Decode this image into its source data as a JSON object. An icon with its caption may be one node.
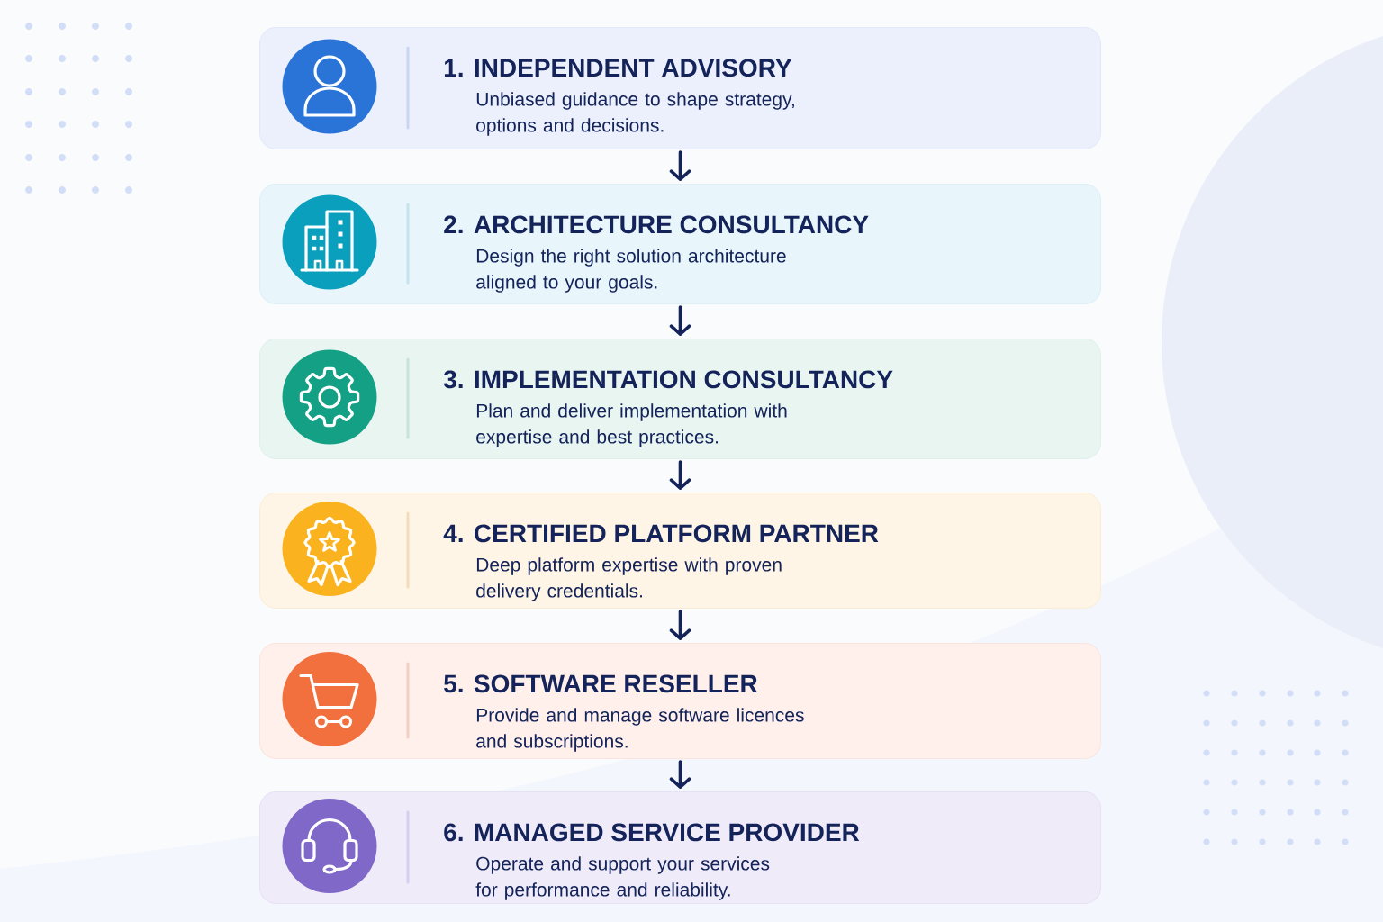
{
  "diagram": {
    "nodes": [
      {
        "text": [
          "1. INDEPENDENT ADVISORY",
          "Unbiased guidance to shape strategy, options and decisions."
        ]
      },
      {
        "text": [
          "2. ARCHITECTURE CONSULTANCY",
          "Design the right solution architecture aligned to your goals."
        ]
      },
      {
        "text": [
          "3. IMPLEMENTATION CONSULTANCY",
          "Plan and deliver implementation with expertise and best practices."
        ]
      },
      {
        "text": [
          "4. CERTIFIED PLATFORM PARTNER",
          "Deep platform expertise with proven delivery credentials."
        ]
      },
      {
        "text": [
          "5. SOFTWARE RESELLER",
          "Provide and manage software licences and subscriptions."
        ]
      },
      {
        "text": [
          "6. MANAGED SERVICE PROVIDER",
          "Operate and support your services for performance and reliability."
        ]
      }
    ],
    "edges": [
      {
        "from": 0,
        "to": 1,
        "arrow": "to"
      },
      {
        "from": 1,
        "to": 2,
        "arrow": "to"
      },
      {
        "from": 2,
        "to": 3,
        "arrow": "to"
      },
      {
        "from": 3,
        "to": 4,
        "arrow": "to"
      },
      {
        "from": 4,
        "to": 5,
        "arrow": "to"
      }
    ]
  }
}
